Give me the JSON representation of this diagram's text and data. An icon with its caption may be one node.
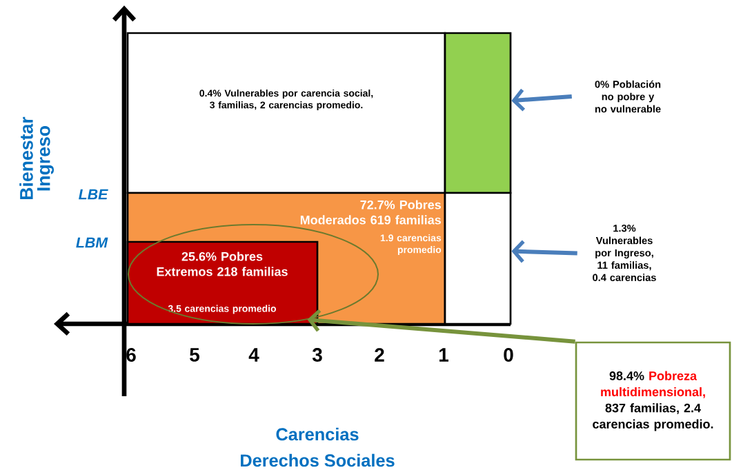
{
  "diagram": {
    "nodes": [
      {
        "text": [
          "0.4% Vulnerables por carencia social, 3 familias, 2 carencias promedio."
        ]
      },
      {
        "text": [],
        "shape": "box"
      },
      {
        "text": [
          "72.7% Pobres Moderados 619 familias",
          "1.9 carencias promedio"
        ]
      },
      {
        "text": [],
        "shape": "ellipse",
        "in": 2
      },
      {
        "text": [
          "25.6% Pobres Extremos 218 familias",
          "3.5 carencias promedio"
        ],
        "in": 3
      },
      {
        "text": [],
        "shape": "box"
      },
      {
        "text": [
          "0% Población no pobre y no vulnerable"
        ]
      },
      {
        "text": [
          "1.3% Vulnerables por Ingreso, 11 familias, 0.4 carencias"
        ]
      },
      {
        "text": [
          "98.4%",
          "Pobreza multidimensional,",
          "837 familias, 2.4 carencias promedio."
        ]
      }
    ],
    "edges": [
      {
        "from": 6,
        "to": 1,
        "arrow": "to",
        "color": "#4a7ebb"
      },
      {
        "from": 7,
        "to": 5,
        "arrow": "to",
        "color": "#4a7ebb"
      },
      {
        "from": 8,
        "to": 3,
        "arrow": "to",
        "color": "#77933c"
      }
    ],
    "labels": [
      "Bienestar",
      "Ingreso",
      "LBE",
      "LBM",
      "6",
      "5",
      "4",
      "3",
      "2",
      "1",
      "0",
      "Carencias",
      "Derechos Sociales"
    ]
  }
}
